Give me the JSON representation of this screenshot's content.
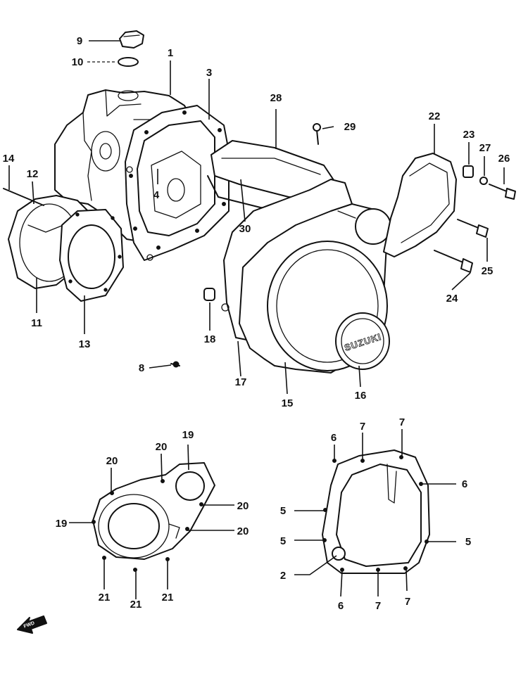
{
  "callouts": {
    "c1": "1",
    "c2": "2",
    "c3": "3",
    "c4": "4",
    "c5a": "5",
    "c5b": "5",
    "c5c": "5",
    "c6a": "6",
    "c6b": "6",
    "c6c": "6",
    "c7a": "7",
    "c7b": "7",
    "c7c": "7",
    "c7d": "7",
    "c8": "8",
    "c9": "9",
    "c10": "10",
    "c11": "11",
    "c12": "12",
    "c13": "13",
    "c14": "14",
    "c15": "15",
    "c16": "16",
    "c17": "17",
    "c18": "18",
    "c19a": "19",
    "c19b": "19",
    "c20a": "20",
    "c20b": "20",
    "c20c": "20",
    "c20d": "20",
    "c21a": "21",
    "c21b": "21",
    "c21c": "21",
    "c22": "22",
    "c23": "23",
    "c24": "24",
    "c25": "25",
    "c26": "26",
    "c27": "27",
    "c28": "28",
    "c29": "29",
    "c30": "30"
  },
  "logo_text": "SUZUKI",
  "front_arrow_text": "FWD"
}
